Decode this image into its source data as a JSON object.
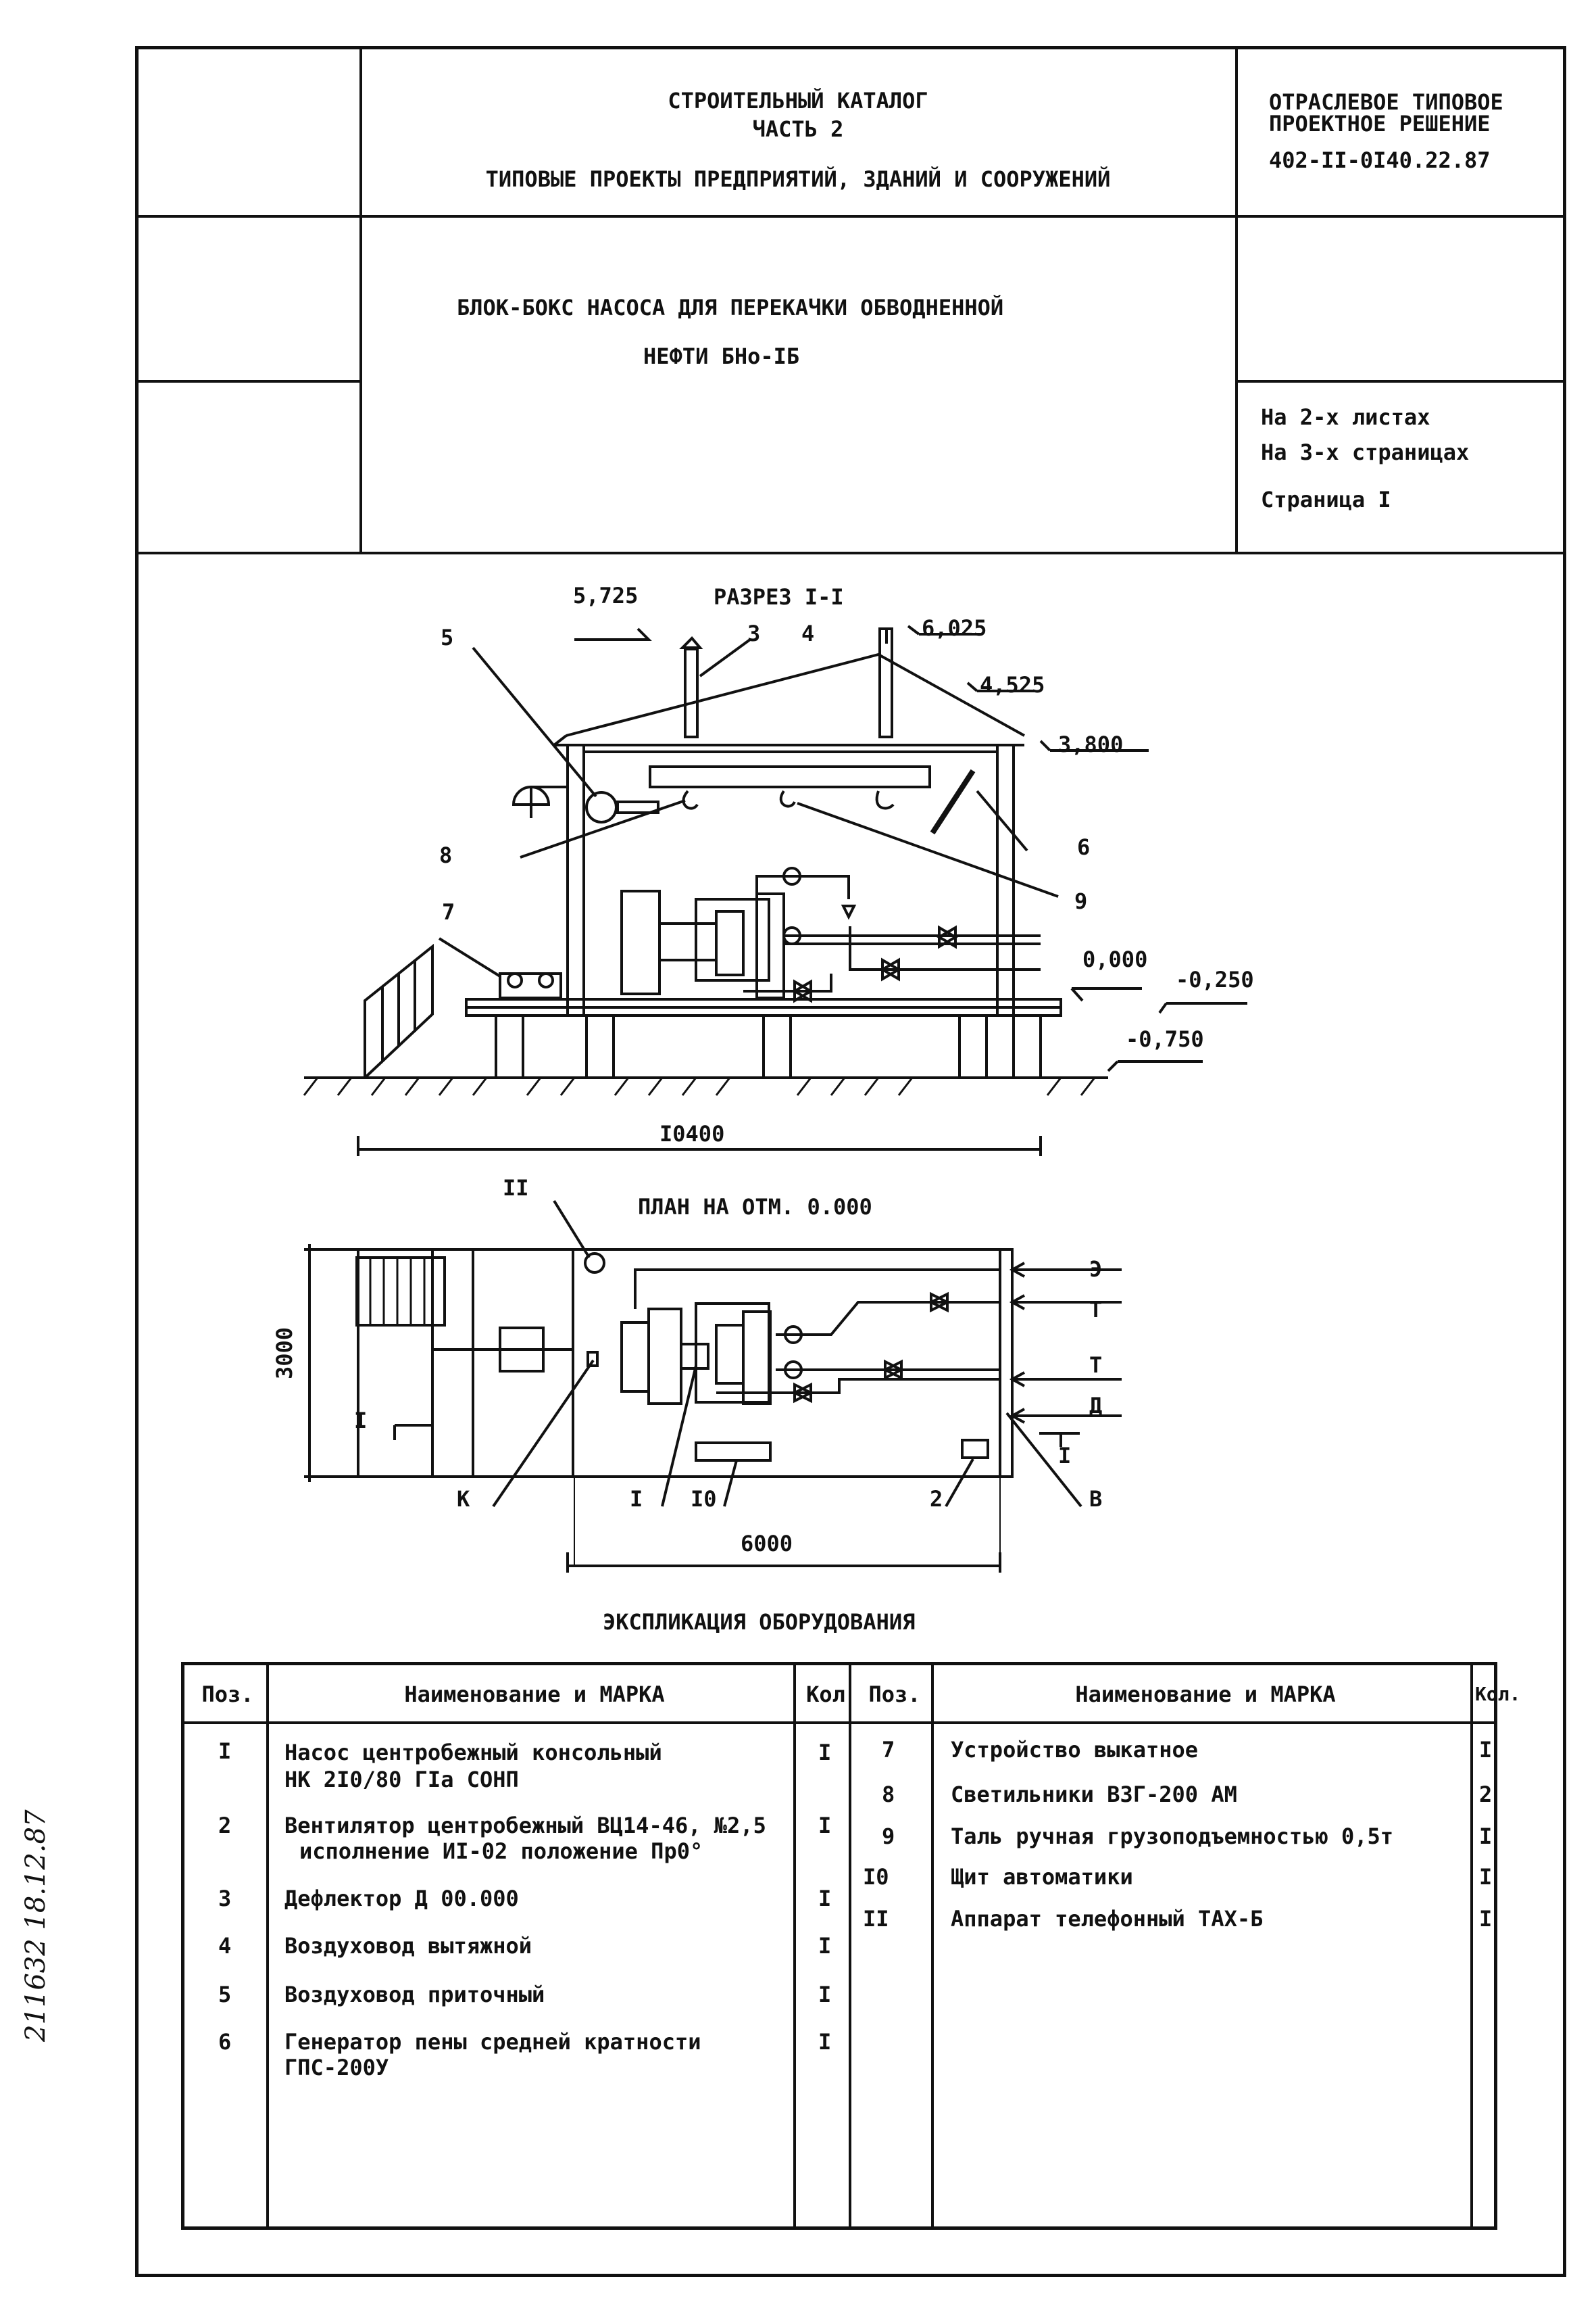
{
  "header": {
    "catalog_line1": "СТРОИТЕЛЬНЫЙ КАТАЛОГ",
    "catalog_line2": "ЧАСТЬ 2",
    "catalog_line3": "ТИПОВЫЕ ПРОЕКТЫ ПРЕДПРИЯТИЙ, ЗДАНИЙ И СООРУЖЕНИЙ",
    "solution_line1": "ОТРАСЛЕВОЕ ТИПОВОЕ",
    "solution_line2": "ПРОЕКТНОЕ РЕШЕНИЕ",
    "solution_code": "402-II-0I40.22.87",
    "title_line1": "БЛОК-БОКС НАСОСА ДЛЯ ПЕРЕКАЧКИ ОБВОДНЕННОЙ",
    "title_line2": "НЕФТИ БНо-IБ",
    "sheets": "На 2-х листах",
    "pages": "На 3-х страницах",
    "page": "Страница I"
  },
  "section": {
    "title": "РАЗРЕЗ I-I",
    "elevations": [
      "5,725",
      "6,025",
      "4,525",
      "3,800",
      "0,000",
      "-0,250",
      "-0,750"
    ],
    "callouts": [
      "5",
      "3",
      "4",
      "8",
      "6",
      "9",
      "7"
    ],
    "length": "I0400"
  },
  "plan": {
    "title": "ПЛАН НА ОТМ. 0.000",
    "callouts": [
      "II",
      "I",
      "I",
      "K",
      "I",
      "I0",
      "2",
      "B"
    ],
    "flows": [
      "Э",
      "Т",
      "Т",
      "Д"
    ],
    "width": "3000",
    "length": "6000"
  },
  "spec": {
    "title": "ЭКСПЛИКАЦИЯ ОБОРУДОВАНИЯ",
    "headers": {
      "pos": "Поз.",
      "name": "Наименование и МАРКА",
      "qty": "Кол",
      "qty2": "Кол."
    },
    "left": [
      {
        "pos": "I",
        "name": "Насос центробежный консольный",
        "name2": "НК 2I0/80 ГIа СОНП",
        "qty": "I"
      },
      {
        "pos": "2",
        "name": "Вентилятор центробежный ВЦ14-46, №2,5",
        "name2": "исполнение ИI-02 положение Пр0°",
        "qty": "I"
      },
      {
        "pos": "3",
        "name": "Дефлектор Д 00.000",
        "name2": "",
        "qty": "I"
      },
      {
        "pos": "4",
        "name": "Воздуховод вытяжной",
        "name2": "",
        "qty": "I"
      },
      {
        "pos": "5",
        "name": "Воздуховод приточный",
        "name2": "",
        "qty": "I"
      },
      {
        "pos": "6",
        "name": "Генератор пены средней кратности",
        "name2": "ГПС-200У",
        "qty": "I"
      }
    ],
    "right": [
      {
        "pos": "7",
        "name": "Устройство выкатное",
        "qty": "I"
      },
      {
        "pos": "8",
        "name": "Светильники ВЗГ-200 АМ",
        "qty": "2"
      },
      {
        "pos": "9",
        "name": "Таль ручная  грузоподъемностью 0,5т",
        "qty": "I"
      },
      {
        "pos": "I0",
        "name": "Щит автоматики",
        "qty": "I"
      },
      {
        "pos": "II",
        "name": "Аппарат телефонный ТАХ-Б",
        "qty": "I"
      }
    ]
  },
  "margin_note": "211632 18.12.87"
}
